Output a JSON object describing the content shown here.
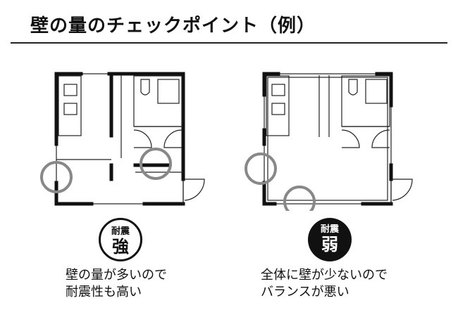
{
  "title": "壁の量のチェックポイント（例）",
  "left": {
    "badge_top": "耐震",
    "badge_main": "強",
    "caption_line1": "壁の量が多いので",
    "caption_line2": "耐震性も高い"
  },
  "right": {
    "badge_top": "耐震",
    "badge_main": "弱",
    "caption_line1": "全体に壁が少ないので",
    "caption_line2": "バランスが悪い"
  },
  "colors": {
    "wall": "#111111",
    "marker": "#888888"
  }
}
